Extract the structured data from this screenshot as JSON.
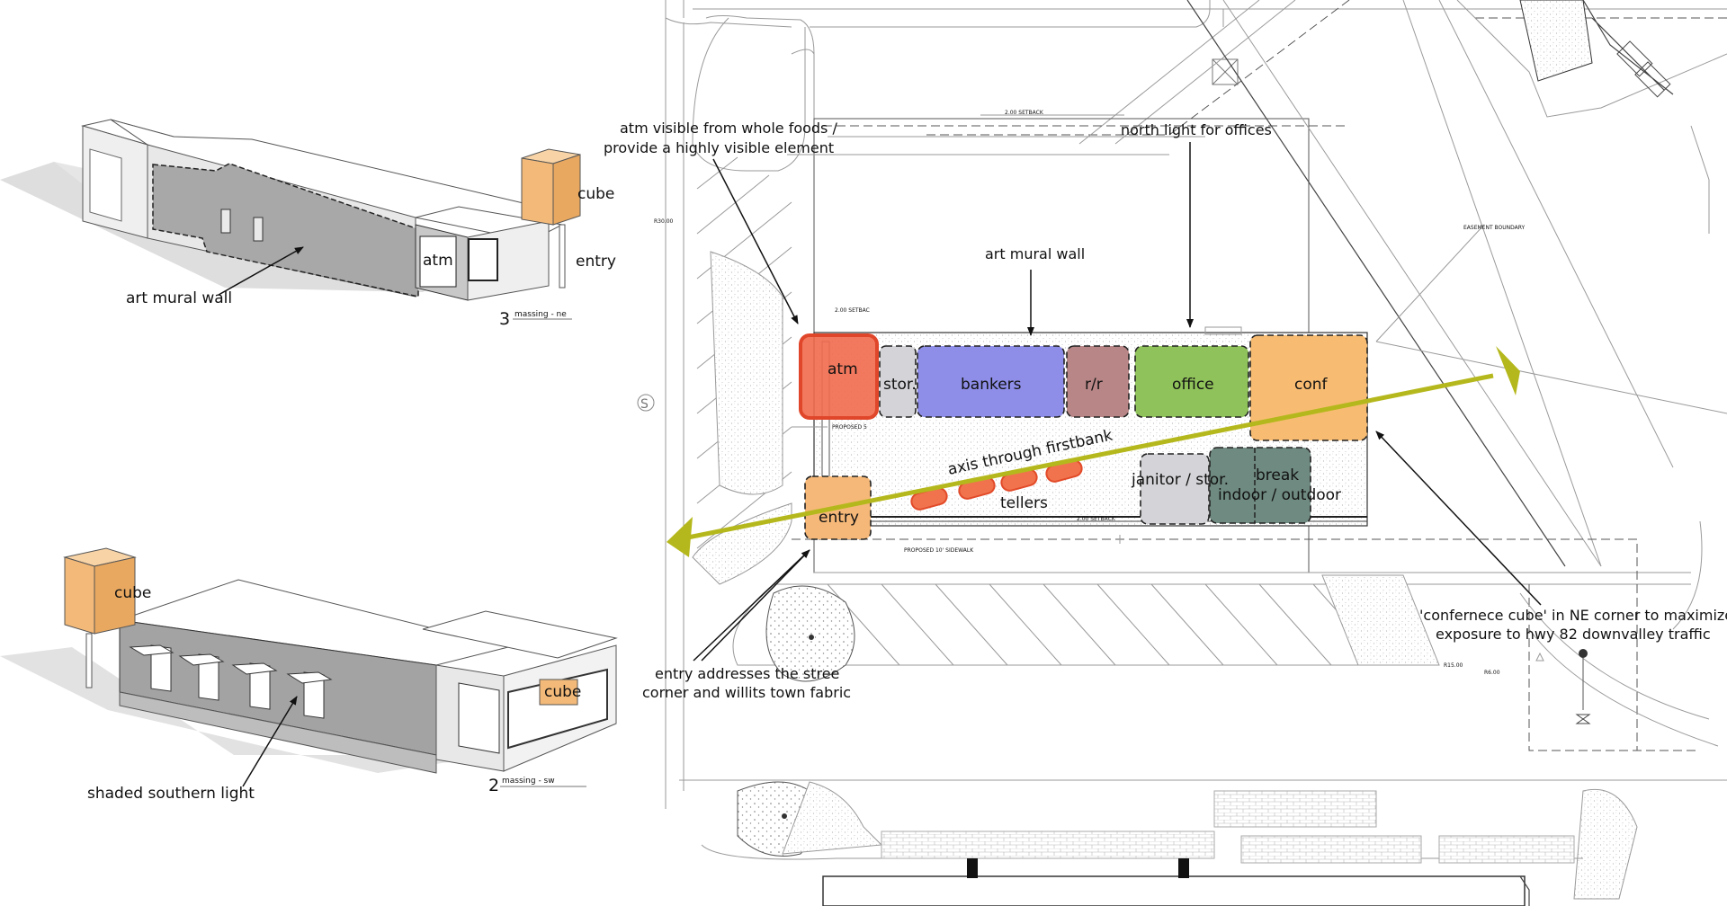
{
  "massing_ne": {
    "cube": "cube",
    "atm": "atm",
    "entry": "entry",
    "callout": "art mural wall",
    "number": "3",
    "caption": "massing - ne"
  },
  "massing_sw": {
    "cube_left": "cube",
    "cube_right": "cube",
    "callout": "shaded southern light",
    "number": "2",
    "caption": "massing - sw"
  },
  "plan": {
    "rooms": {
      "atm": "atm",
      "stor": "stor.",
      "bankers": "bankers",
      "rr": "r/r",
      "office": "office",
      "conf": "conf",
      "entry": "entry",
      "tellers": "tellers",
      "janitor": "janitor / stor.",
      "break_line1": "break",
      "break_line2": "indoor / outdoor"
    },
    "axis_label": "axis through firstbank",
    "annotations": {
      "atm_line1": "atm visible from whole foods /",
      "atm_line2": "provide a highly visible element",
      "north_light": "north light for offices",
      "art_mural": "art mural wall",
      "entry_line1": "entry addresses the stree",
      "entry_line2": "corner and willits town fabric",
      "conf_line1": "'confernece cube' in NE corner to maximize",
      "conf_line2": "exposure to hwy 82 downvalley traffic"
    },
    "small_labels": {
      "setback_top": "2.00 SETBACK",
      "setback_left": "2.00 SETBAC",
      "setback_bottom": "2.00 SETBACK",
      "proposed": "PROPOSED 5",
      "sidewalk": "PROPOSED 10' SIDEWALK",
      "easement": "EASEMENT BOUNDARY",
      "r30": "R30.00",
      "r15": "R15.00",
      "r6": "R6.00",
      "mark_s": "S"
    }
  },
  "colors": {
    "atm": "#f26a4c",
    "stor": "#d4d4d8",
    "bankers": "#8e8ee8",
    "rr": "#b88686",
    "office": "#8fc25a",
    "conf": "#f7bc72",
    "entry": "#f5b878",
    "janitor": "#d4d4d8",
    "break": "#6f8a80",
    "axis": "#b5b81c",
    "tellers": "#f0734e",
    "cube": "#f3b978",
    "mural": "#a8a8a8"
  }
}
